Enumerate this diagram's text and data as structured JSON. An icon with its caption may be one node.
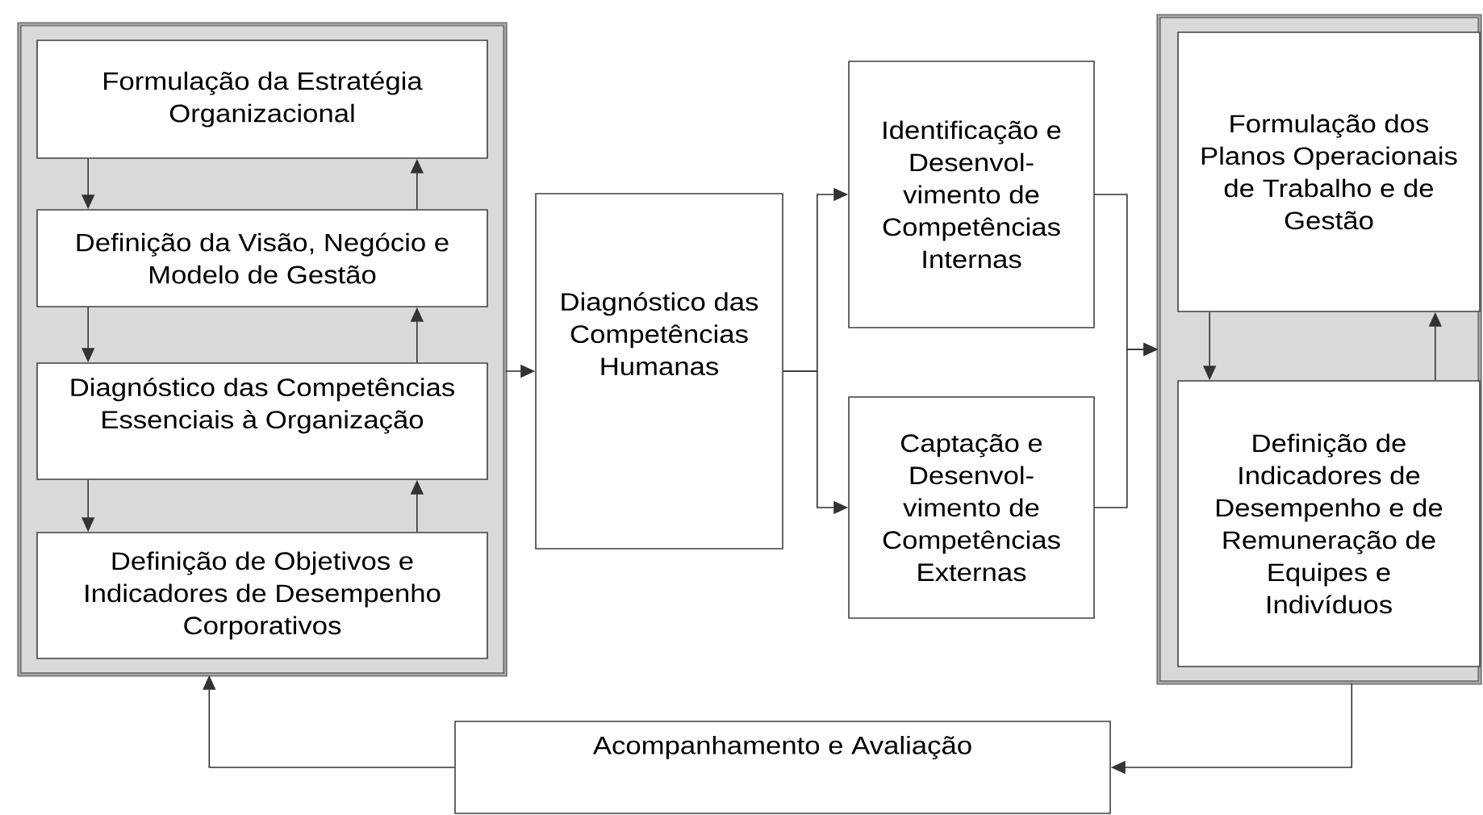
{
  "diagram": {
    "nodes": [
      {
        "text": [],
        "shape": "box"
      },
      {
        "text": [
          "Formulação da Estratégia Organizacional"
        ],
        "in": 0
      },
      {
        "text": [
          "Definição da Visão, Negócio e Modelo de Gestão"
        ],
        "in": 0
      },
      {
        "text": [
          "Diagnóstico das Competências Essenciais à Organização"
        ],
        "in": 0
      },
      {
        "text": [
          "Definição de Objetivos e Indicadores de Desempenho Corporativos"
        ],
        "in": 0
      },
      {
        "text": [
          "Diagnóstico das Competências Humanas"
        ]
      },
      {
        "text": [
          "Identificação e Desenvol- vimento de Competências Internas"
        ]
      },
      {
        "text": [
          "Captação e Desenvol- vimento de Competências Externas"
        ]
      },
      {
        "text": [],
        "shape": "box"
      },
      {
        "text": [
          "Formulação dos Planos Operacionais de Trabalho e de Gestão"
        ],
        "in": 8
      },
      {
        "text": [
          "Definição de Indicadores de Desempenho e de Remuneração de Equipes e Indivíduos"
        ],
        "in": 8
      },
      {
        "text": [
          "Acompanhamento e Avaliação"
        ]
      }
    ],
    "edges": [
      {
        "from": 1,
        "to": 2,
        "arrow": "to"
      },
      {
        "from": 2,
        "to": 1,
        "arrow": "to"
      },
      {
        "from": 2,
        "to": 3,
        "arrow": "to"
      },
      {
        "from": 3,
        "to": 2,
        "arrow": "to"
      },
      {
        "from": 3,
        "to": 4,
        "arrow": "to"
      },
      {
        "from": 4,
        "to": 3,
        "arrow": "to"
      },
      {
        "from": 0,
        "to": 5,
        "arrow": "to"
      },
      {
        "from": 5,
        "to": 6,
        "arrow": "to"
      },
      {
        "from": 5,
        "to": 7,
        "arrow": "to"
      },
      {
        "from": 6,
        "to": 8,
        "arrow": "to"
      },
      {
        "from": 7,
        "to": 8,
        "arrow": "to"
      },
      {
        "from": 9,
        "to": 10,
        "arrow": "to"
      },
      {
        "from": 10,
        "to": 9,
        "arrow": "to"
      },
      {
        "from": 8,
        "to": 11,
        "arrow": "to"
      },
      {
        "from": 11,
        "to": 0,
        "arrow": "to"
      }
    ]
  }
}
